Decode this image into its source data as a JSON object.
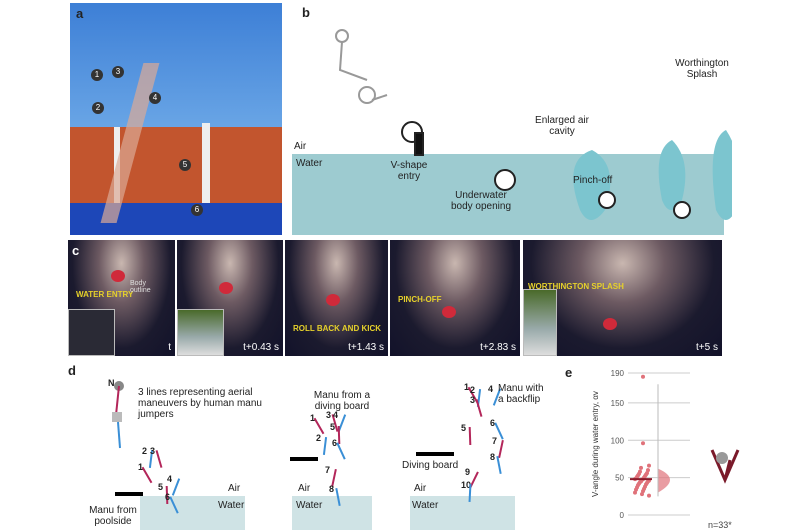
{
  "panels": {
    "a": "a",
    "b": "b",
    "c": "c",
    "d": "d",
    "e": "e"
  },
  "panel_a": {
    "markers": [
      "1",
      "2",
      "3",
      "4",
      "5",
      "6"
    ]
  },
  "panel_b": {
    "air": "Air",
    "water": "Water",
    "v_shape": "V-shape entry",
    "underwater": "Underwater body opening",
    "enlarged": "Enlarged air cavity",
    "pinch": "Pinch-off",
    "worthington": "Worthington Splash"
  },
  "panel_c": {
    "frames": [
      {
        "time": "t",
        "label": "WATER ENTRY",
        "note": "Body outline"
      },
      {
        "time": "t+0.43 s"
      },
      {
        "time": "t+1.43 s",
        "label": "ROLL BACK AND KICK"
      },
      {
        "time": "t+2.83 s",
        "label": "PINCH-OFF"
      },
      {
        "time": "t+5 s",
        "label": "WORTHINGTON SPLASH"
      }
    ]
  },
  "panel_d": {
    "legend_marker": "N",
    "legend_text": "3 lines representing aerial maneuvers by human manu jumpers",
    "poolside": "Manu from poolside",
    "diving": "Manu from a diving board",
    "backflip": "Manu with a backflip",
    "diving_board": "Diving board",
    "air": "Air",
    "water": "Water",
    "nums1": [
      "1",
      "2",
      "3",
      "4",
      "5",
      "6"
    ],
    "nums2": [
      "1",
      "2",
      "3",
      "4",
      "5",
      "6",
      "7",
      "8"
    ],
    "nums3": [
      "1",
      "2",
      "3",
      "4",
      "5",
      "6",
      "7",
      "8",
      "9",
      "10"
    ]
  },
  "chart_data": {
    "type": "scatter",
    "title": "",
    "ylabel": "V-angle during water entry, αv",
    "ylim": [
      0,
      190
    ],
    "yticks": [
      "0",
      "50",
      "100",
      "150",
      "190"
    ],
    "values": [
      185,
      96,
      66,
      63,
      60,
      58,
      56,
      55,
      54,
      53,
      52,
      51,
      50,
      49,
      48,
      48,
      47,
      46,
      45,
      45,
      44,
      43,
      42,
      41,
      40,
      38,
      37,
      35,
      34,
      32,
      30,
      28,
      26
    ],
    "note": "n=33*",
    "color": "#e0727a"
  }
}
